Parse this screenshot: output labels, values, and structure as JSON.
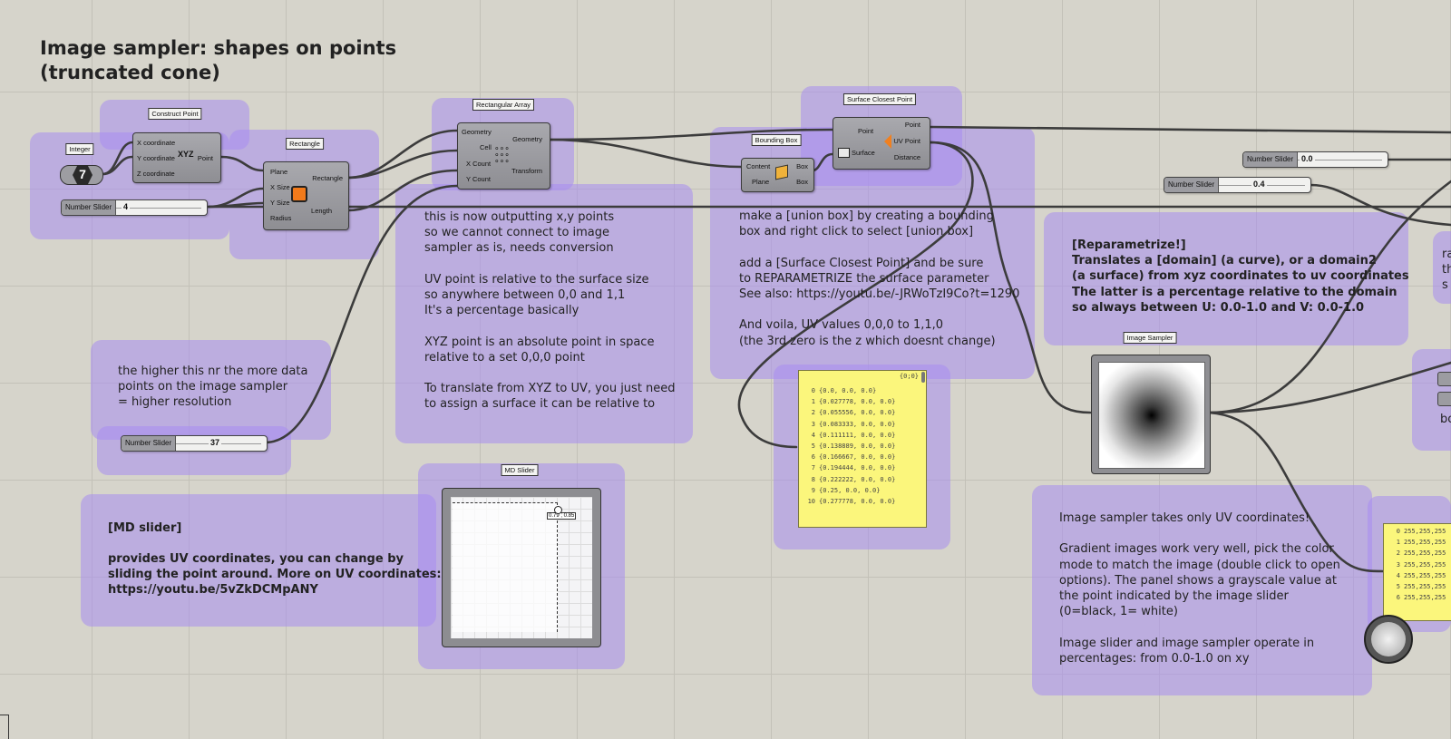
{
  "canvas_title_line1": "Image sampler: shapes on points",
  "canvas_title_line2": "(truncated cone)",
  "components": {
    "integer": {
      "tag": "Integer",
      "value": "7"
    },
    "construct_point": {
      "tag": "Construct Point",
      "inputs": [
        "X coordinate",
        "Y coordinate",
        "Z coordinate"
      ],
      "output": "Point",
      "icon_text": "XYZ"
    },
    "rectangle": {
      "tag": "Rectangle",
      "inputs": [
        "Plane",
        "X Size",
        "Y Size",
        "Radius"
      ],
      "outputs": [
        "Rectangle",
        "Length"
      ]
    },
    "rectangular_array": {
      "tag": "Rectangular Array",
      "inputs": [
        "Geometry",
        "Cell",
        "X Count",
        "Y Count"
      ],
      "outputs": [
        "Geometry",
        "Transform"
      ]
    },
    "bounding_box": {
      "tag": "Bounding Box",
      "inputs": [
        "Content",
        "Plane"
      ],
      "outputs": [
        "Box",
        "Box"
      ]
    },
    "surface_closest_point": {
      "tag": "Surface Closest Point",
      "inputs": [
        "Point",
        "Surface"
      ],
      "outputs": [
        "Point",
        "UV Point",
        "Distance"
      ]
    },
    "image_sampler": {
      "tag": "Image Sampler"
    },
    "md_slider": {
      "tag": "MD Slider",
      "readout": "0.79 ; 0.85"
    }
  },
  "sliders": [
    {
      "name": "Number Slider",
      "value": "4"
    },
    {
      "name": "Number Slider",
      "value": "37"
    },
    {
      "name": "Number Slider",
      "value": "0.0"
    },
    {
      "name": "Number Slider",
      "value": "0.4"
    }
  ],
  "notes": {
    "array_note": "this is now outputting x,y points\nso we cannot connect to image\nsampler as is, needs conversion\n\nUV point is relative to the surface size\nso anywhere between 0,0 and 1,1\nIt's a percentage basically\n\nXYZ point is an absolute point in space\nrelative to a set 0,0,0 point\n\nTo translate from XYZ to UV, you just need\nto assign a surface it can be relative to",
    "resolution_note": "the higher this nr the more data\npoints on the image sampler\n= higher resolution",
    "md_title": "[MD slider]",
    "md_body": "provides UV coordinates, you can change by\nsliding the point around. More on UV coordinates:\nhttps://youtu.be/5vZkDCMpANY",
    "bbox_note": "make a [union box] by creating a bounding\nbox and right click to select [union box]\n\nadd a [Surface Closest Point] and be sure\nto REPARAMETRIZE the surface parameter\nSee also: https://youtu.be/-JRWoTzI9Co?t=1290\n\nAnd voila, UV values 0,0,0 to 1,1,0\n(the 3rd zero is the z which doesnt change)",
    "reparam_note": "[Reparametrize!]\nTranslates a [domain] (a curve), or a domain2\n(a surface) from xyz coordinates to uv coordinates\nThe latter is a percentage relative to the domain\nso always between U: 0.0-1.0 and V: 0.0-1.0",
    "sampler_note": "Image sampler takes only UV coordinates!\n\nGradient images work very well, pick the color\nmode to match the image (double click to open\noptions). The panel shows a grayscale value at\nthe point indicated by the image slider\n(0=black, 1= white)\n\nImage slider and image sampler operate in\npercentages: from 0.0-1.0 on xy",
    "clipped_right_1": "ra\nth\ns",
    "clipped_right_2": "bo"
  },
  "uv_panel": {
    "path": "{0;0}",
    "rows": [
      {
        "i": "0",
        "v": "{0.0, 0.0, 0.0}"
      },
      {
        "i": "1",
        "v": "{0.027778, 0.0, 0.0}"
      },
      {
        "i": "2",
        "v": "{0.055556, 0.0, 0.0}"
      },
      {
        "i": "3",
        "v": "{0.083333, 0.0, 0.0}"
      },
      {
        "i": "4",
        "v": "{0.111111, 0.0, 0.0}"
      },
      {
        "i": "5",
        "v": "{0.138889, 0.0, 0.0}"
      },
      {
        "i": "6",
        "v": "{0.166667, 0.0, 0.0}"
      },
      {
        "i": "7",
        "v": "{0.194444, 0.0, 0.0}"
      },
      {
        "i": "8",
        "v": "{0.222222, 0.0, 0.0}"
      },
      {
        "i": "9",
        "v": "{0.25, 0.0, 0.0}"
      },
      {
        "i": "10",
        "v": "{0.277778, 0.0, 0.0}"
      }
    ]
  },
  "color_panel": {
    "rows": [
      {
        "i": "0",
        "v": "255,255,255"
      },
      {
        "i": "1",
        "v": "255,255,255"
      },
      {
        "i": "2",
        "v": "255,255,255"
      },
      {
        "i": "3",
        "v": "255,255,255"
      },
      {
        "i": "4",
        "v": "255,255,255"
      },
      {
        "i": "5",
        "v": "255,255,255"
      },
      {
        "i": "6",
        "v": "255,255,255"
      }
    ]
  },
  "colors": {
    "group_fill": "#a88cf0",
    "panel_fill": "#fbf67c",
    "canvas": "#d6d4cb"
  }
}
